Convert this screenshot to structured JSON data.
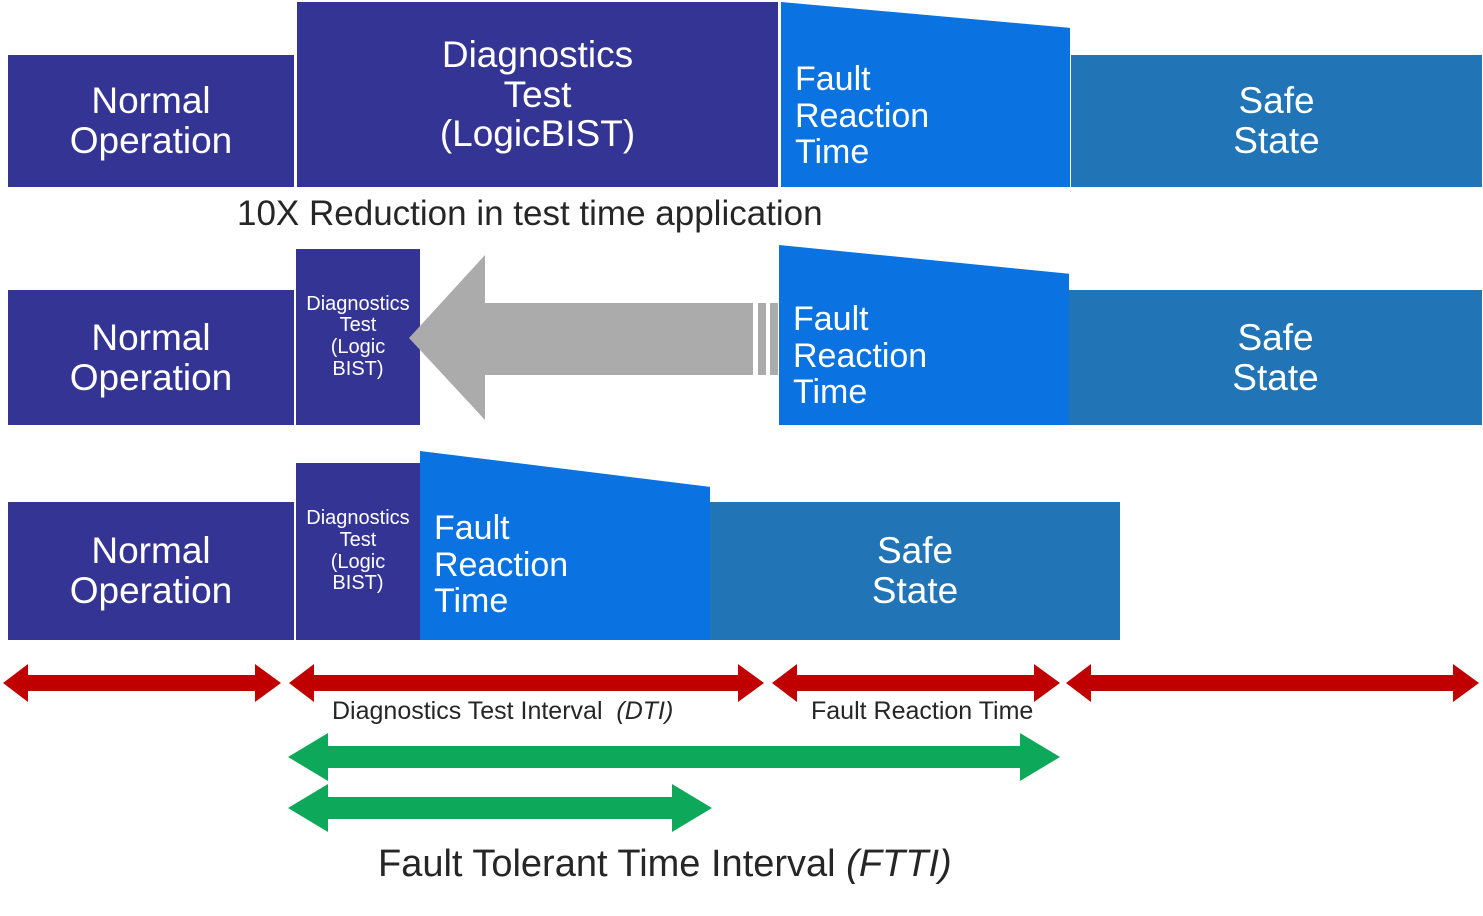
{
  "diagram": {
    "title_caption": "10X Reduction in test time application",
    "bottom_caption": "Fault Tolerant Time Interval ",
    "bottom_caption_abbr": "(FTTI)",
    "rows": [
      {
        "id": "row-baseline",
        "blocks": [
          {
            "name": "normal-operation",
            "label": "Normal\nOperation",
            "color": "#343495"
          },
          {
            "name": "diagnostics-test",
            "label": "Diagnostics\nTest\n(LogicBIST)",
            "color": "#343495"
          },
          {
            "name": "fault-reaction-time",
            "label": "Fault\nReaction\nTime",
            "color": "#0A72E1"
          },
          {
            "name": "safe-state",
            "label": "Safe\nState",
            "color": "#2174B5"
          }
        ]
      },
      {
        "id": "row-improved",
        "blocks": [
          {
            "name": "normal-operation",
            "label": "Normal\nOperation",
            "color": "#343495"
          },
          {
            "name": "diagnostics-test",
            "label": "Diagnostics\nTest\n(Logic\nBIST)",
            "color": "#343495"
          },
          {
            "name": "fault-reaction-time",
            "label": "Fault\nReaction\nTime",
            "color": "#0A72E1"
          },
          {
            "name": "safe-state",
            "label": "Safe\nState",
            "color": "#2174B5"
          }
        ]
      },
      {
        "id": "row-result",
        "blocks": [
          {
            "name": "normal-operation",
            "label": "Normal\nOperation",
            "color": "#343495"
          },
          {
            "name": "diagnostics-test",
            "label": "Diagnostics\nTest\n(Logic\nBIST)",
            "color": "#343495"
          },
          {
            "name": "fault-reaction-time",
            "label": "Fault\nReaction\nTime",
            "color": "#0A72E1"
          },
          {
            "name": "safe-state",
            "label": "Safe\nState",
            "color": "#2174B5"
          }
        ]
      }
    ],
    "shrink_arrow": {
      "name": "shrink-left-arrow",
      "color": "#ABABAB",
      "direction": "left"
    },
    "interval_labels": [
      {
        "name": "dti-label",
        "text": "Diagnostics Test Interval  ",
        "abbr": "(DTI)"
      },
      {
        "name": "frt-label",
        "text": "Fault Reaction Time",
        "abbr": ""
      }
    ],
    "measure_arrows": {
      "red_color": "#C00000",
      "green_color": "#0EA85A",
      "red_segments": [
        "normal-operation-span",
        "diagnostics-test-interval-span",
        "fault-reaction-time-span",
        "safe-state-span"
      ],
      "green_segments": [
        "ftti-span-upper",
        "ftti-span-lower"
      ]
    },
    "colors": {
      "navy": "#343495",
      "steel": "#2174B5",
      "bright_blue": "#0A72E1",
      "gray_arrow": "#ABABAB",
      "red": "#C00000",
      "green": "#0EA85A",
      "text_dark": "#262626",
      "background": "#FFFFFF"
    }
  }
}
